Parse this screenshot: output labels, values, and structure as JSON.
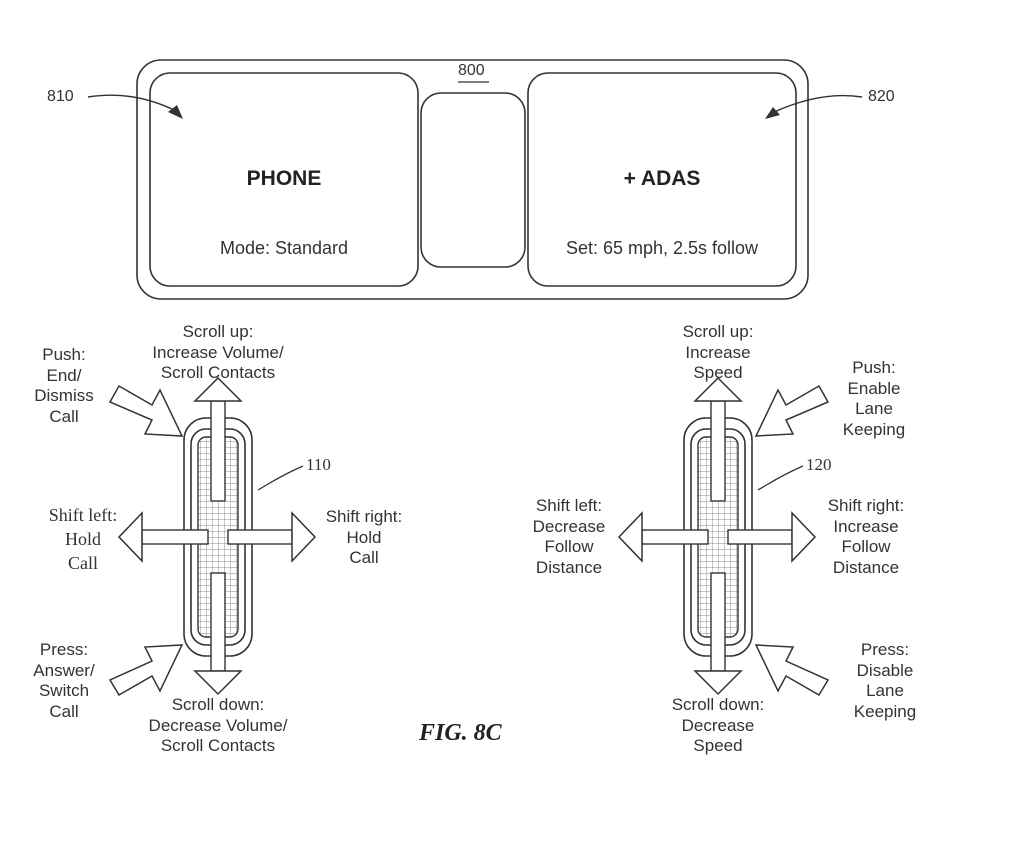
{
  "display": {
    "ref": "800",
    "left_panel": {
      "ref": "810",
      "title": "PHONE",
      "status": "Mode: Standard"
    },
    "right_panel": {
      "ref": "820",
      "title": "+ ADAS",
      "status": "Set: 65 mph, 2.5s follow"
    }
  },
  "left_control": {
    "ref": "110",
    "scroll_up": "Scroll up:\nIncrease Volume/\nScroll Contacts",
    "push": "Push:\nEnd/\nDismiss\nCall",
    "shift_left": "Shift left:\nHold\nCall",
    "shift_right": "Shift right:\nHold\nCall",
    "press": "Press:\nAnswer/\nSwitch\nCall",
    "scroll_down": "Scroll down:\nDecrease Volume/\nScroll Contacts"
  },
  "right_control": {
    "ref": "120",
    "scroll_up": "Scroll up:\nIncrease\nSpeed",
    "push": "Push:\nEnable\nLane\nKeeping",
    "shift_left": "Shift left:\nDecrease\nFollow\nDistance",
    "shift_right": "Shift right:\nIncrease\nFollow\nDistance",
    "press": "Press:\nDisable\nLane\nKeeping",
    "scroll_down": "Scroll down:\nDecrease\nSpeed"
  },
  "figure_label": "FIG. 8C"
}
